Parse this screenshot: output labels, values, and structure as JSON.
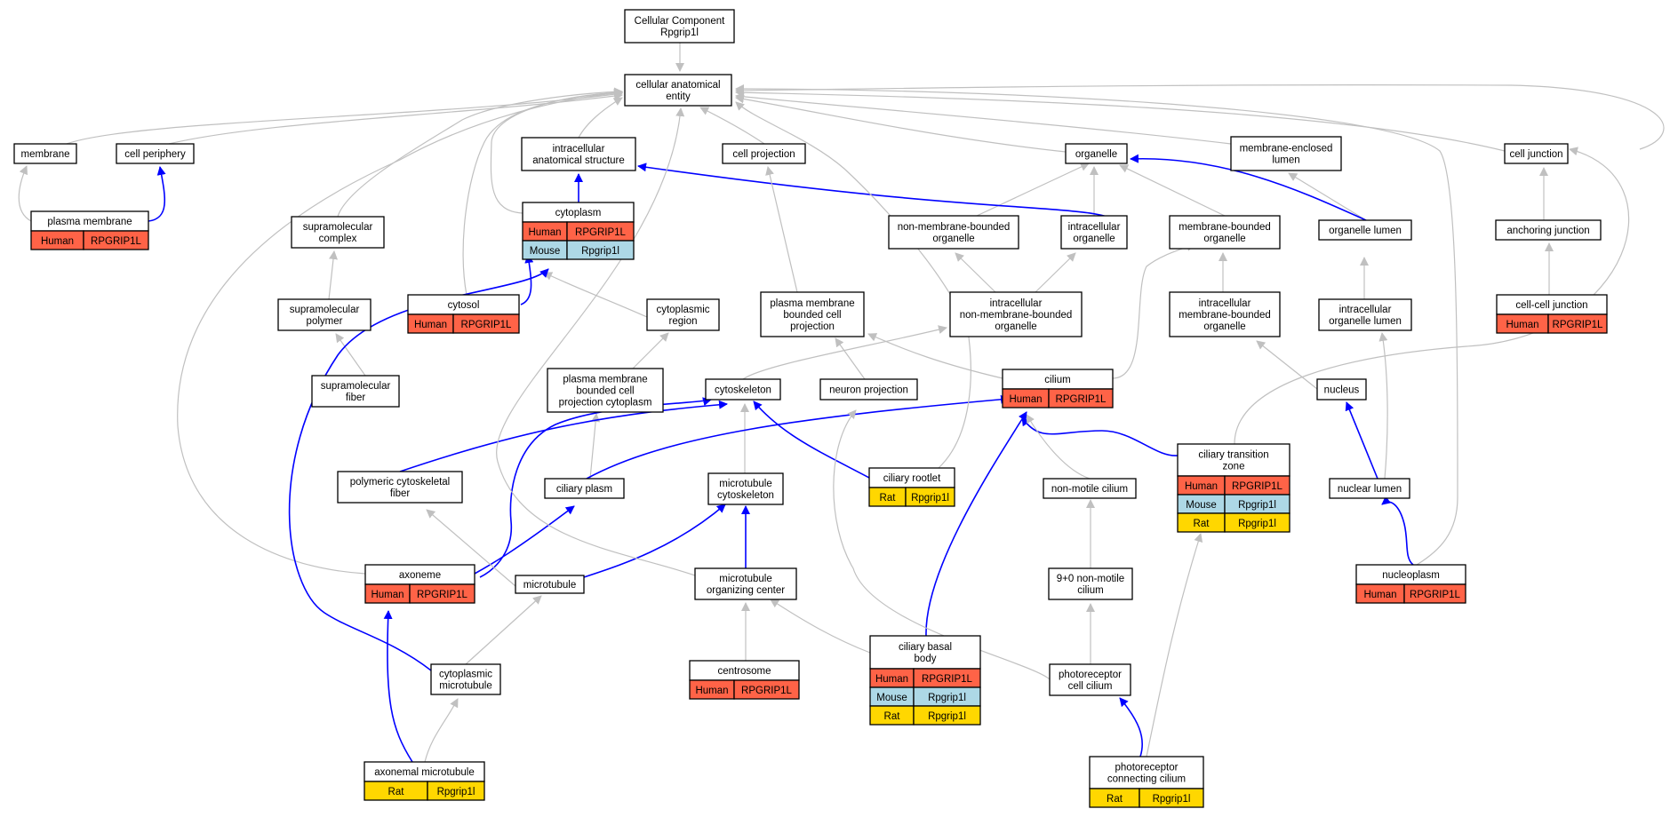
{
  "colors": {
    "edge_gray": "#c0c0c0",
    "edge_blue": "#0000ff",
    "human": "#ff6347",
    "mouse": "#add8e6",
    "rat": "#ffd700",
    "node_border": "#000000"
  },
  "nodes": {
    "root": {
      "lines": [
        "Cellular Component",
        "Rpgrip1l"
      ]
    },
    "cae": {
      "lines": [
        "cellular anatomical",
        "entity"
      ]
    },
    "membrane": {
      "lines": [
        "membrane"
      ]
    },
    "cell_periphery": {
      "lines": [
        "cell periphery"
      ]
    },
    "ias": {
      "lines": [
        "intracellular",
        "anatomical structure"
      ]
    },
    "cell_projection": {
      "lines": [
        "cell projection"
      ]
    },
    "organelle": {
      "lines": [
        "organelle"
      ]
    },
    "mel": {
      "lines": [
        "membrane-enclosed",
        "lumen"
      ]
    },
    "cell_junction": {
      "lines": [
        "cell junction"
      ]
    },
    "plasma_membrane": {
      "lines": [
        "plasma membrane"
      ],
      "rows": [
        [
          "Human",
          "RPGRIP1L"
        ]
      ]
    },
    "cytoplasm": {
      "lines": [
        "cytoplasm"
      ],
      "rows": [
        [
          "Human",
          "RPGRIP1L"
        ],
        [
          "Mouse",
          "Rpgrip1l"
        ]
      ]
    },
    "smc": {
      "lines": [
        "supramolecular",
        "complex"
      ]
    },
    "nmbo": {
      "lines": [
        "non-membrane-bounded",
        "organelle"
      ]
    },
    "io": {
      "lines": [
        "intracellular",
        "organelle"
      ]
    },
    "mbo": {
      "lines": [
        "membrane-bounded",
        "organelle"
      ]
    },
    "organelle_lumen": {
      "lines": [
        "organelle lumen"
      ]
    },
    "anchoring_junction": {
      "lines": [
        "anchoring junction"
      ]
    },
    "smp": {
      "lines": [
        "supramolecular",
        "polymer"
      ]
    },
    "cytosol": {
      "lines": [
        "cytosol"
      ],
      "rows": [
        [
          "Human",
          "RPGRIP1L"
        ]
      ]
    },
    "cyto_region": {
      "lines": [
        "cytoplasmic",
        "region"
      ]
    },
    "pmbcp": {
      "lines": [
        "plasma membrane",
        "bounded cell",
        "projection"
      ]
    },
    "inmbo": {
      "lines": [
        "intracellular",
        "non-membrane-bounded",
        "organelle"
      ]
    },
    "imbo": {
      "lines": [
        "intracellular",
        "membrane-bounded",
        "organelle"
      ]
    },
    "iol": {
      "lines": [
        "intracellular",
        "organelle lumen"
      ]
    },
    "ccj": {
      "lines": [
        "cell-cell junction"
      ],
      "rows": [
        [
          "Human",
          "RPGRIP1L"
        ]
      ]
    },
    "smf": {
      "lines": [
        "supramolecular",
        "fiber"
      ]
    },
    "pmbcpc": {
      "lines": [
        "plasma membrane",
        "bounded cell",
        "projection cytoplasm"
      ]
    },
    "cytoskeleton": {
      "lines": [
        "cytoskeleton"
      ]
    },
    "neuron_projection": {
      "lines": [
        "neuron projection"
      ]
    },
    "cilium": {
      "lines": [
        "cilium"
      ],
      "rows": [
        [
          "Human",
          "RPGRIP1L"
        ]
      ]
    },
    "nucleus": {
      "lines": [
        "nucleus"
      ]
    },
    "pcf": {
      "lines": [
        "polymeric cytoskeletal",
        "fiber"
      ]
    },
    "ciliary_plasm": {
      "lines": [
        "ciliary plasm"
      ]
    },
    "mt_cytoskeleton": {
      "lines": [
        "microtubule",
        "cytoskeleton"
      ]
    },
    "ciliary_rootlet": {
      "lines": [
        "ciliary rootlet"
      ],
      "rows": [
        [
          "Rat",
          "Rpgrip1l"
        ]
      ]
    },
    "ctz": {
      "lines": [
        "ciliary transition",
        "zone"
      ],
      "rows": [
        [
          "Human",
          "RPGRIP1L"
        ],
        [
          "Mouse",
          "Rpgrip1l"
        ],
        [
          "Rat",
          "Rpgrip1l"
        ]
      ]
    },
    "nmc": {
      "lines": [
        "non-motile cilium"
      ]
    },
    "nuclear_lumen": {
      "lines": [
        "nuclear lumen"
      ]
    },
    "axoneme": {
      "lines": [
        "axoneme"
      ],
      "rows": [
        [
          "Human",
          "RPGRIP1L"
        ]
      ]
    },
    "microtubule": {
      "lines": [
        "microtubule"
      ]
    },
    "mtoc": {
      "lines": [
        "microtubule",
        "organizing center"
      ]
    },
    "nine": {
      "lines": [
        "9+0 non-motile",
        "cilium"
      ]
    },
    "nucleoplasm": {
      "lines": [
        "nucleoplasm"
      ],
      "rows": [
        [
          "Human",
          "RPGRIP1L"
        ]
      ]
    },
    "cbb": {
      "lines": [
        "ciliary basal",
        "body"
      ],
      "rows": [
        [
          "Human",
          "RPGRIP1L"
        ],
        [
          "Mouse",
          "Rpgrip1l"
        ],
        [
          "Rat",
          "Rpgrip1l"
        ]
      ]
    },
    "centrosome": {
      "lines": [
        "centrosome"
      ],
      "rows": [
        [
          "Human",
          "RPGRIP1L"
        ]
      ]
    },
    "cmt": {
      "lines": [
        "cytoplasmic",
        "microtubule"
      ]
    },
    "pcc": {
      "lines": [
        "photoreceptor",
        "cell cilium"
      ]
    },
    "amt": {
      "lines": [
        "axonemal microtubule"
      ],
      "rows": [
        [
          "Rat",
          "Rpgrip1l"
        ]
      ]
    },
    "pconn": {
      "lines": [
        "photoreceptor",
        "connecting cilium"
      ],
      "rows": [
        [
          "Rat",
          "Rpgrip1l"
        ]
      ]
    }
  }
}
